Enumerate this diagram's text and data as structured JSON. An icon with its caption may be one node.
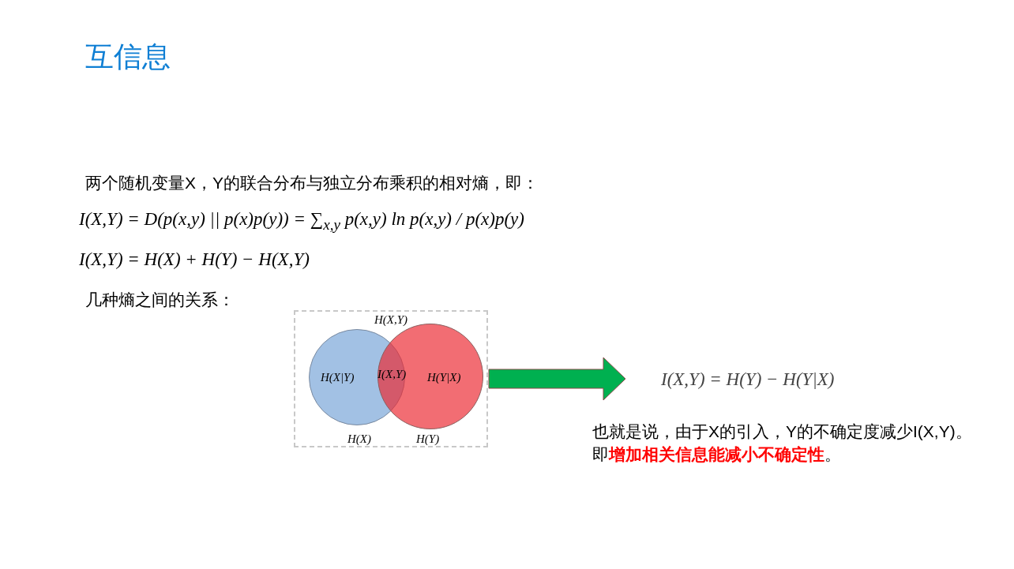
{
  "diagram": {
    "title": "互信息",
    "nodes": [
      {
        "text": [
          "H(X,Y)"
        ]
      },
      {
        "text": [
          "H(X|Y)"
        ],
        "beside": [
          "H(X)"
        ],
        "in": 0
      },
      {
        "text": [
          "H(Y|X)"
        ],
        "beside": [
          "H(Y)"
        ],
        "in": 0
      },
      {
        "text": [
          "I(X,Y) = H(Y) − H(Y|X)"
        ]
      }
    ],
    "edges": [
      {
        "from": 0,
        "to": 3,
        "arrow": "to"
      }
    ],
    "labels": [
      "两个随机变量X，Y的联合分布与独立分布乘积的相对熵，即：",
      "I(X,Y) = D(p(x,y) || p(x)p(y)) = ∑$_{x,y}$ p(x,y) ln p(x,y) / p(x)p(y)",
      "I(X,Y) = H(X) + H(Y) − H(X,Y)",
      "几种熵之间的关系：",
      "I(X,Y)",
      "也就是说，由于X的引入，Y的不确定度减少I(X,Y)。即**增加相关信息能减小不确定性**。"
    ]
  }
}
